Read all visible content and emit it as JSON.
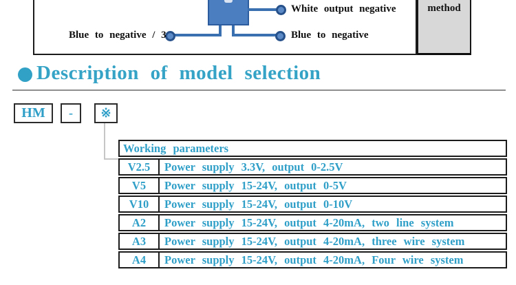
{
  "wiring_diagram": {
    "labels": {
      "white_output_negative": "White output negative",
      "blue_to_negative_left": "Blue to negative / 3",
      "blue_to_negative_right": "Blue to negative",
      "method": "method"
    }
  },
  "section": {
    "title": "Description of model selection"
  },
  "model_selector": {
    "prefix": "HM",
    "separator": "-",
    "wildcard": "※"
  },
  "table": {
    "header": "Working parameters",
    "rows": [
      {
        "code": "V2.5",
        "description": "Power supply 3.3V, output 0-2.5V"
      },
      {
        "code": "V5",
        "description": "Power supply 15-24V, output 0-5V"
      },
      {
        "code": "V10",
        "description": "Power supply 15-24V, output 0-10V"
      },
      {
        "code": "A2",
        "description": "Power supply 15-24V, output 4-20mA, two line system"
      },
      {
        "code": "A3",
        "description": "Power supply 15-24V, output 4-20mA, three wire system"
      },
      {
        "code": "A4",
        "description": "Power supply 15-24V, output 4-20mA, Four wire system"
      }
    ]
  },
  "colors": {
    "accent_cyan": "#2f9fc8",
    "heading_cyan": "#35a3c6",
    "wiring_blue": "#3a6fb0",
    "sensor_box_fill": "#4b7ec0",
    "method_gray": "#d8d8d8",
    "border_black": "#1b1b1b"
  }
}
